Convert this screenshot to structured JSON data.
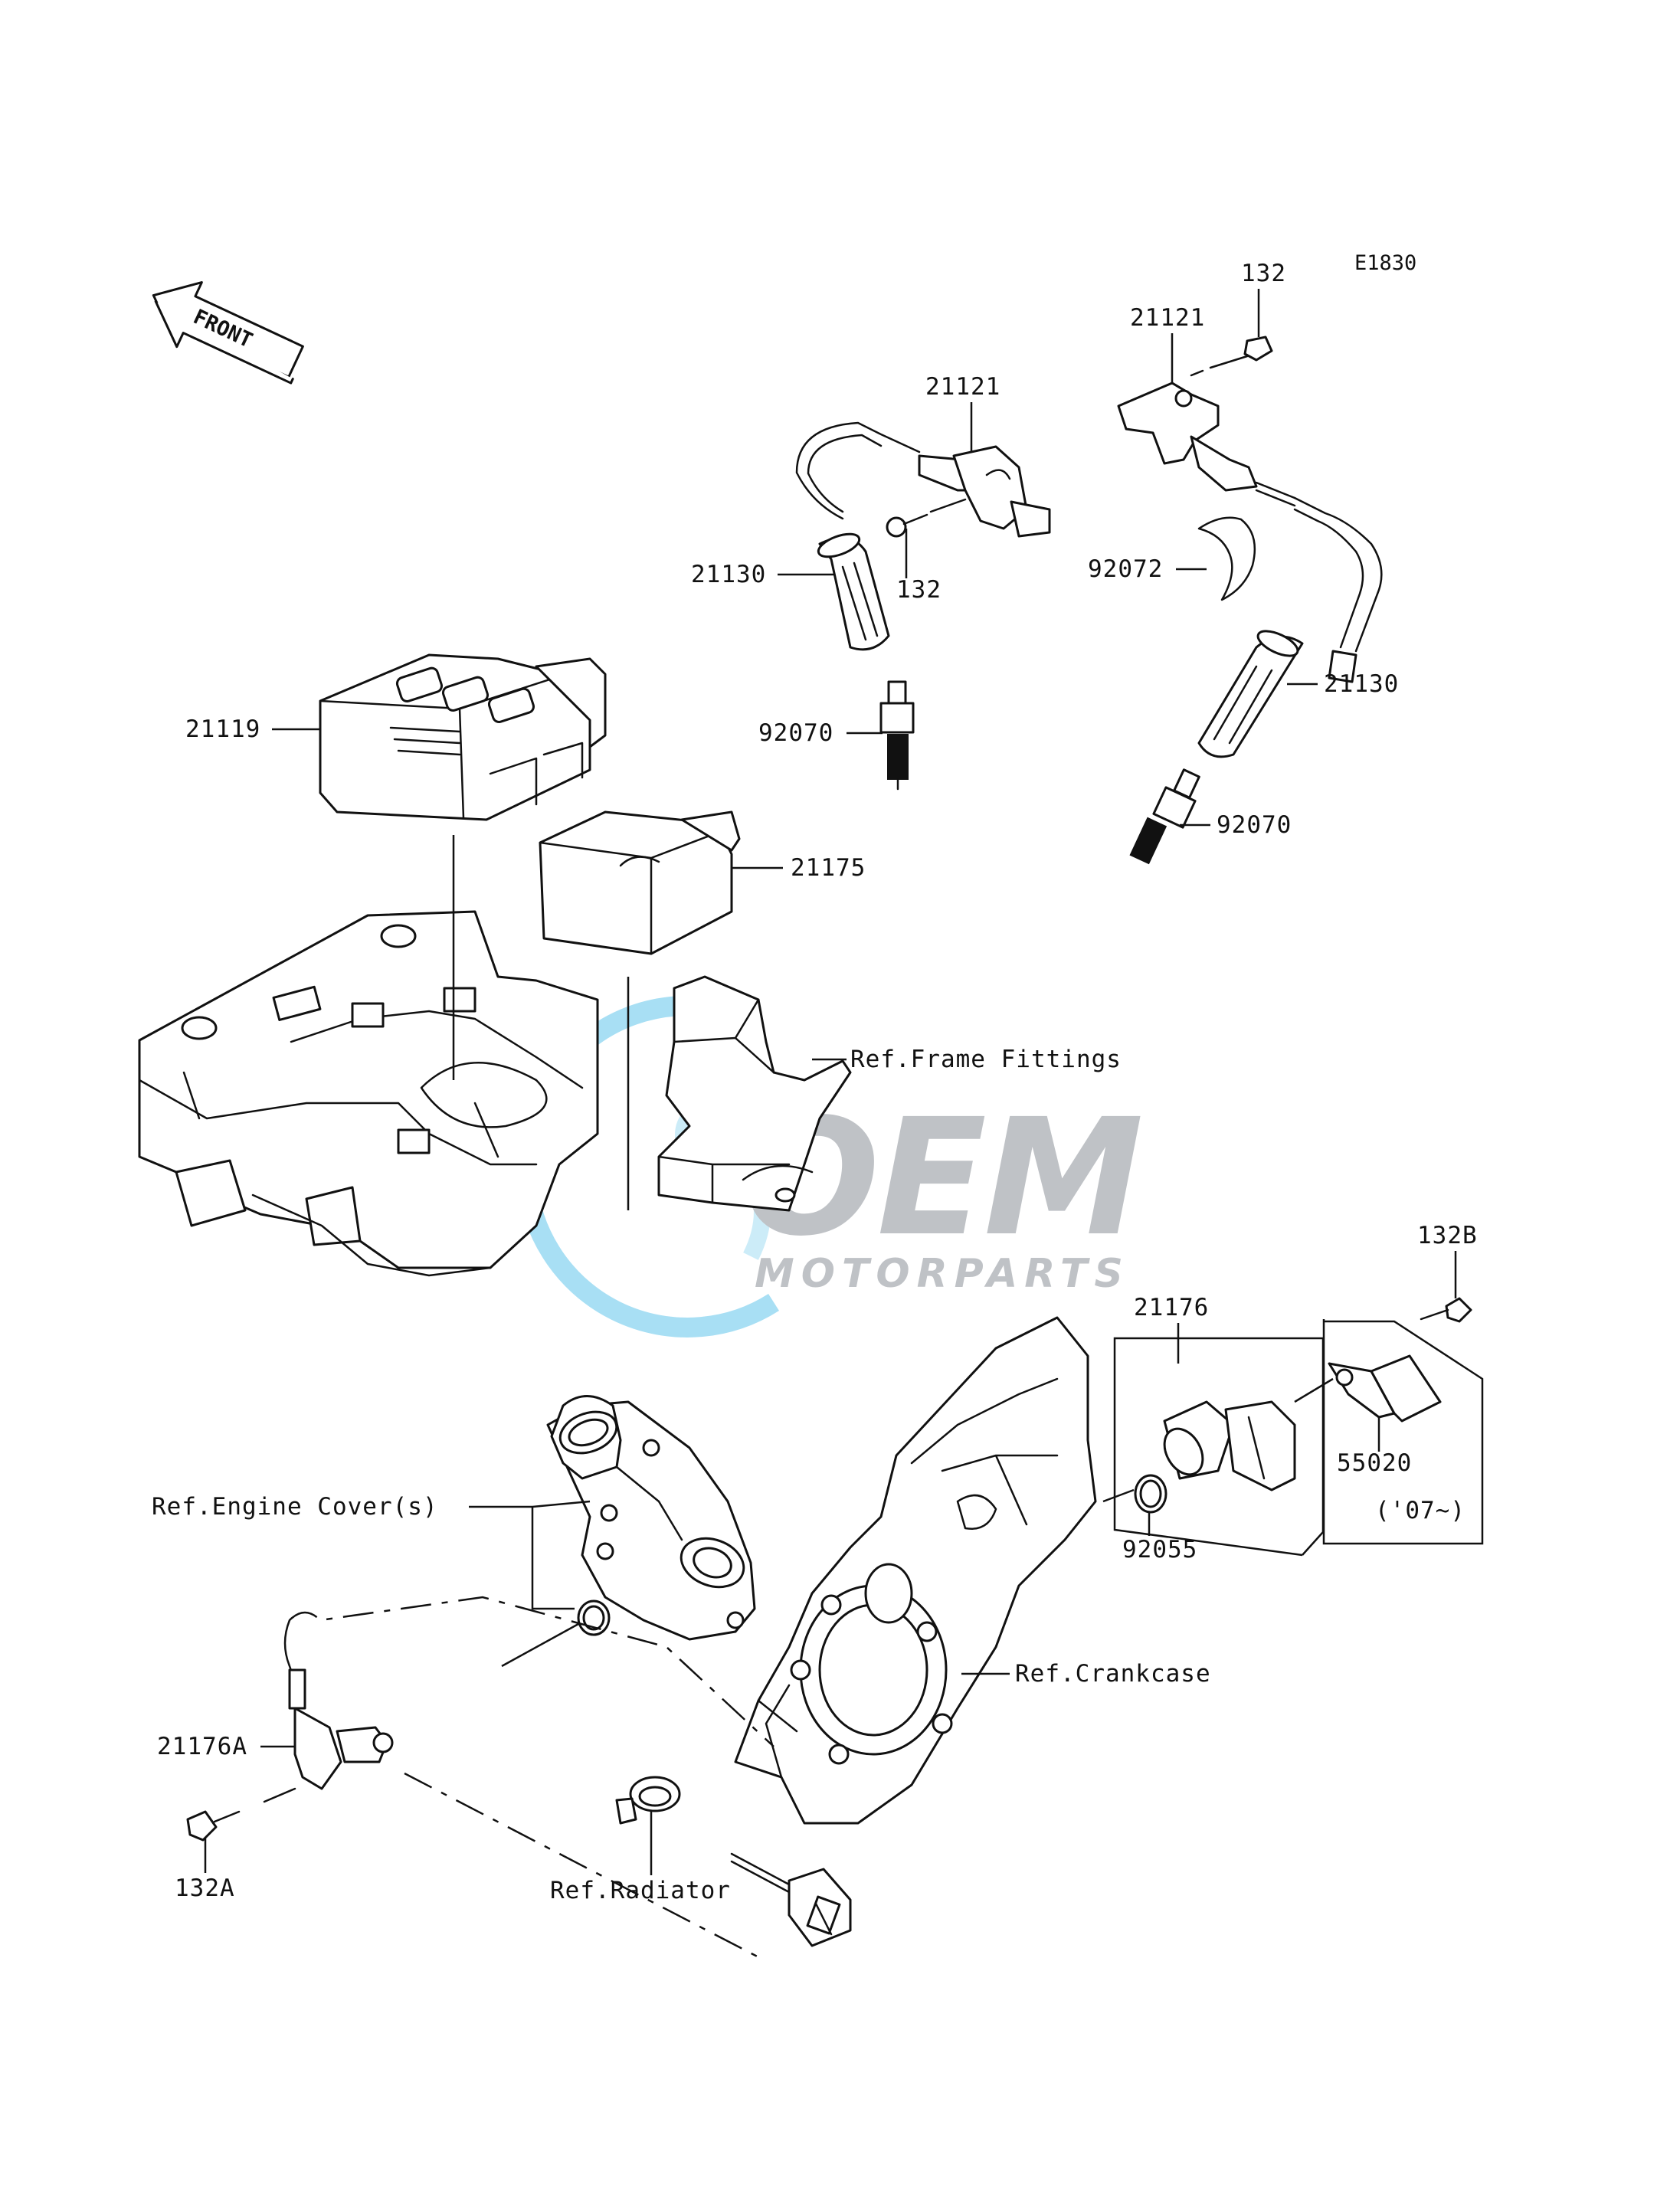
{
  "diagram_code": "E1830",
  "front_arrow_label": "FRONT",
  "watermark": {
    "brand": "OEM",
    "sub": "MOTORPARTS",
    "colors": {
      "blue": "#7fd3f0",
      "gray": "#b9bcc0"
    }
  },
  "callouts": {
    "ecu": "21119",
    "relay": "21175",
    "coil_front": "21121",
    "coil_rear": "21121",
    "bolt_coil_front": "132",
    "bolt_coil_rear": "132",
    "cap_front": "21130",
    "cap_rear": "21130",
    "plug_front": "92070",
    "plug_rear": "92070",
    "clamp": "92072",
    "sensor": "21176",
    "oring": "92055",
    "bolt_b": "132B",
    "plate": "55020",
    "plate_note": "('07~)",
    "sensor_a": "21176A",
    "bolt_a": "132A"
  },
  "references": {
    "frame": "Ref.Frame Fittings",
    "engine_cover": "Ref.Engine Cover(s)",
    "crankcase": "Ref.Crankcase",
    "radiator": "Ref.Radiator"
  }
}
